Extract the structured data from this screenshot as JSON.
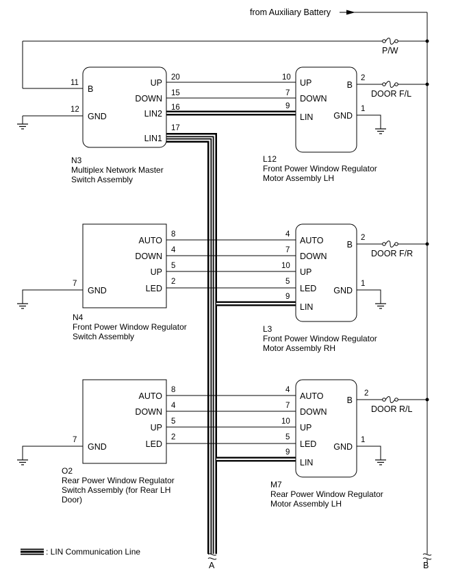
{
  "header": {
    "supply_label": "from Auxiliary Battery"
  },
  "fuses": {
    "pw": "P/W",
    "door_fl": "DOOR F/L",
    "door_fr": "DOOR F/R",
    "door_rl": "DOOR R/L"
  },
  "n3": {
    "code": "N3",
    "name_line1": "Multiplex Network Master",
    "name_line2": "Switch Assembly",
    "pins": {
      "b": "B",
      "gnd": "GND",
      "up": "UP",
      "down": "DOWN",
      "lin2": "LIN2",
      "lin1": "LIN1"
    },
    "nums": {
      "b": "11",
      "gnd": "12",
      "up": "20",
      "down": "15",
      "lin2": "16",
      "lin1": "17"
    }
  },
  "l12": {
    "code": "L12",
    "name_line1": "Front Power Window Regulator",
    "name_line2": "Motor Assembly LH",
    "pins": {
      "up": "UP",
      "down": "DOWN",
      "lin": "LIN",
      "b": "B",
      "gnd": "GND"
    },
    "nums": {
      "up": "10",
      "down": "7",
      "lin": "9",
      "b": "2",
      "gnd": "1"
    }
  },
  "n4": {
    "code": "N4",
    "name_line1": "Front Power Window Regulator",
    "name_line2": "Switch Assembly",
    "pins": {
      "auto": "AUTO",
      "down": "DOWN",
      "up": "UP",
      "led": "LED",
      "gnd": "GND"
    },
    "nums": {
      "auto": "8",
      "down": "4",
      "up": "5",
      "led": "2",
      "gnd": "7"
    }
  },
  "l3": {
    "code": "L3",
    "name_line1": "Front Power Window Regulator",
    "name_line2": "Motor Assembly RH",
    "pins": {
      "auto": "AUTO",
      "down": "DOWN",
      "up": "UP",
      "led": "LED",
      "lin": "LIN",
      "b": "B",
      "gnd": "GND"
    },
    "nums": {
      "auto": "4",
      "down": "7",
      "up": "10",
      "led": "5",
      "lin": "9",
      "b": "2",
      "gnd": "1"
    }
  },
  "o2": {
    "code": "O2",
    "name_line1": "Rear Power Window Regulator",
    "name_line2": "Switch Assembly (for Rear LH",
    "name_line3": "Door)",
    "pins": {
      "auto": "AUTO",
      "down": "DOWN",
      "up": "UP",
      "led": "LED",
      "gnd": "GND"
    },
    "nums": {
      "auto": "8",
      "down": "4",
      "up": "5",
      "led": "2",
      "gnd": "7"
    }
  },
  "m7": {
    "code": "M7",
    "name_line1": "Rear Power Window Regulator",
    "name_line2": "Motor Assembly LH",
    "pins": {
      "auto": "AUTO",
      "down": "DOWN",
      "up": "UP",
      "led": "LED",
      "lin": "LIN",
      "b": "B",
      "gnd": "GND"
    },
    "nums": {
      "auto": "4",
      "down": "7",
      "up": "10",
      "led": "5",
      "lin": "9",
      "b": "2",
      "gnd": "1"
    }
  },
  "legend": {
    "text": ": LIN Communication Line"
  },
  "continuations": {
    "a": "A",
    "b": "B"
  }
}
